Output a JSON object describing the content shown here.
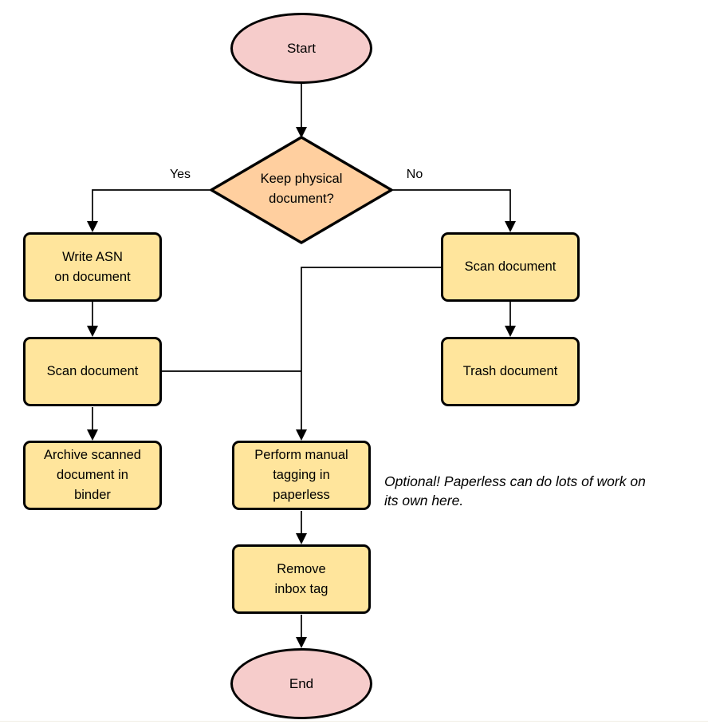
{
  "diagram": {
    "type": "flowchart",
    "nodes": {
      "start": {
        "shape": "terminator",
        "label": "Start"
      },
      "decision": {
        "shape": "decision",
        "lines": [
          "Keep physical",
          "document?"
        ]
      },
      "write_asn": {
        "shape": "process",
        "lines": [
          "Write ASN",
          "on document"
        ]
      },
      "scan_left": {
        "shape": "process",
        "lines": [
          "Scan document"
        ]
      },
      "archive": {
        "shape": "process",
        "lines": [
          "Archive scanned",
          "document in",
          "binder"
        ]
      },
      "scan_right": {
        "shape": "process",
        "lines": [
          "Scan document"
        ]
      },
      "trash": {
        "shape": "process",
        "lines": [
          "Trash document"
        ]
      },
      "tagging": {
        "shape": "process",
        "lines": [
          "Perform manual",
          "tagging in",
          "paperless"
        ]
      },
      "remove_inbox": {
        "shape": "process",
        "lines": [
          "Remove",
          "inbox tag"
        ]
      },
      "end": {
        "shape": "terminator",
        "label": "End"
      }
    },
    "edges": [
      {
        "from": "start",
        "to": "decision",
        "label": ""
      },
      {
        "from": "decision",
        "to": "write_asn",
        "label": "Yes"
      },
      {
        "from": "decision",
        "to": "scan_right",
        "label": "No"
      },
      {
        "from": "write_asn",
        "to": "scan_left",
        "label": ""
      },
      {
        "from": "scan_left",
        "to": "archive",
        "label": ""
      },
      {
        "from": "scan_right",
        "to": "trash",
        "label": ""
      },
      {
        "from": "scan_left",
        "to": "tagging",
        "label": ""
      },
      {
        "from": "scan_right",
        "to": "tagging",
        "label": ""
      },
      {
        "from": "tagging",
        "to": "remove_inbox",
        "label": ""
      },
      {
        "from": "remove_inbox",
        "to": "end",
        "label": ""
      }
    ],
    "note": {
      "lines": [
        "Optional! Paperless can do lots of work on",
        "its own here."
      ]
    },
    "colors": {
      "terminator_fill": "#f6cccb",
      "decision_fill": "#ffcf9f",
      "process_fill": "#ffe59c",
      "stroke": "#000000"
    }
  }
}
